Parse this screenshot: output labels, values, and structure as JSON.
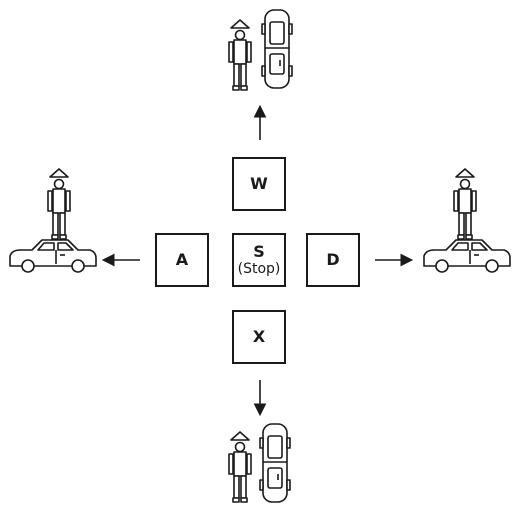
{
  "keys": {
    "forward": {
      "letter": "W"
    },
    "left": {
      "letter": "A"
    },
    "stop": {
      "letter": "S",
      "sub": "(Stop)"
    },
    "right": {
      "letter": "D"
    },
    "back": {
      "letter": "X"
    }
  },
  "colors": {
    "stroke": "#1a1a1a",
    "background": "#ffffff"
  }
}
